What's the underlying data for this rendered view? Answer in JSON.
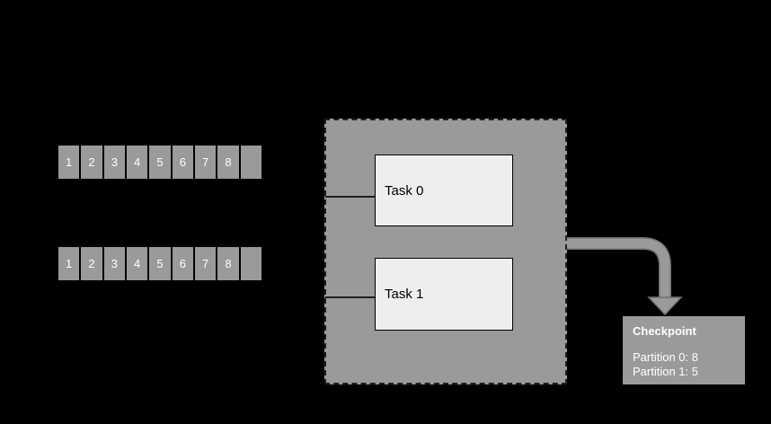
{
  "colors": {
    "bg": "#000000",
    "gray": "#9a9a9a",
    "task-fill": "#eeeeee",
    "dark-line": "#1f1f1f",
    "arrow-fill": "#9a9a9a",
    "arrow-outline": "#707070",
    "text-light": "#ffffff",
    "text-dark": "#000000"
  },
  "partitions": [
    {
      "cells": [
        "1",
        "2",
        "3",
        "4",
        "5",
        "6",
        "7",
        "8",
        ""
      ]
    },
    {
      "cells": [
        "1",
        "2",
        "3",
        "4",
        "5",
        "6",
        "7",
        "8",
        ""
      ]
    }
  ],
  "tasks": [
    {
      "label": "Task 0"
    },
    {
      "label": "Task 1"
    }
  ],
  "checkpoint": {
    "title": "Checkpoint",
    "entries": [
      "Partition 0: 8",
      "Partition 1: 5"
    ]
  }
}
